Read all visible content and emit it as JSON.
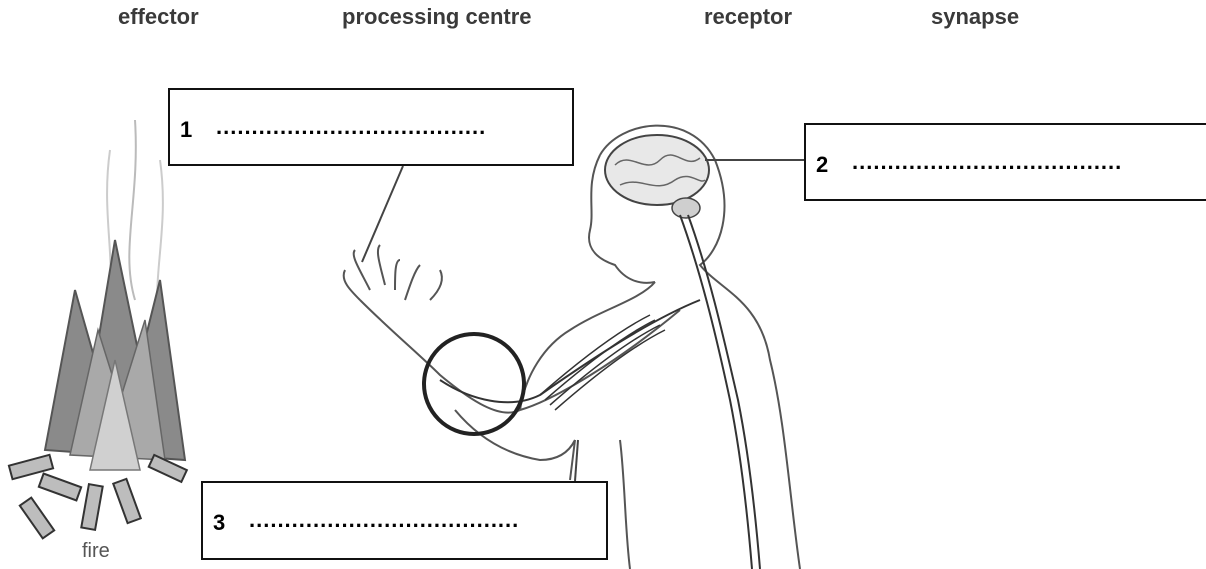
{
  "word_bank": [
    "effector",
    "processing centre",
    "receptor",
    "synapse"
  ],
  "boxes": [
    {
      "number": "1",
      "answer": "......................................"
    },
    {
      "number": "2",
      "answer": "......................................"
    },
    {
      "number": "3",
      "answer": "......................................"
    }
  ],
  "fire_label": "fire"
}
